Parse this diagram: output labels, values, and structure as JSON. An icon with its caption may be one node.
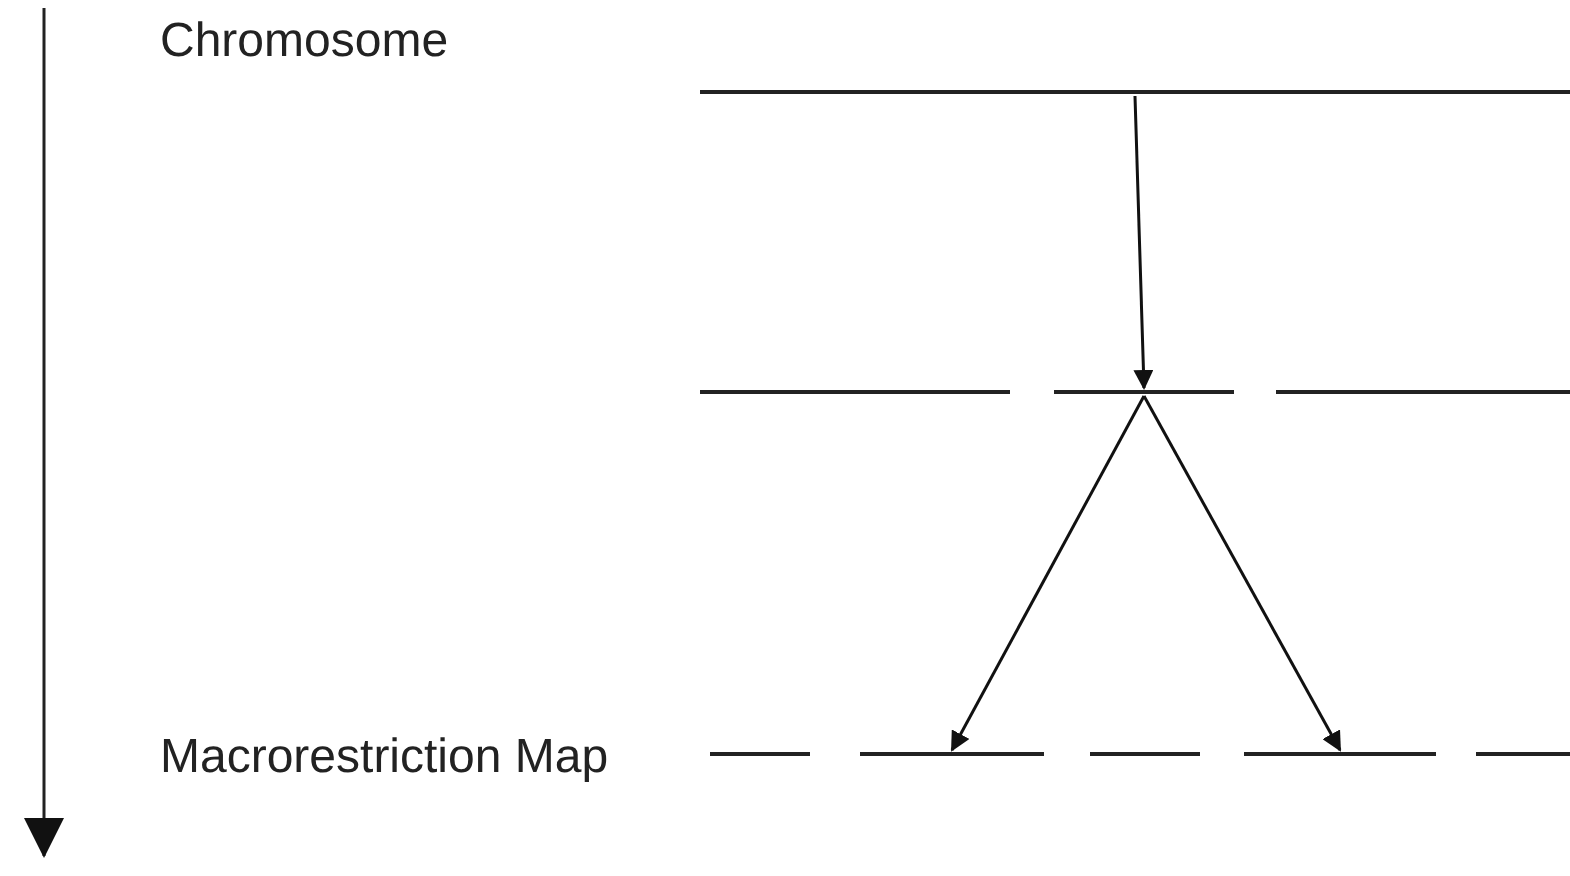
{
  "diagram": {
    "nodes": [
      {
        "text": [],
        "shape": "bar"
      },
      {
        "text": [],
        "shape": "bar"
      },
      {
        "text": [],
        "shape": "bar"
      },
      {
        "text": [],
        "shape": "bar"
      },
      {
        "text": [],
        "shape": "bar"
      },
      {
        "text": [],
        "shape": "bar"
      },
      {
        "text": [],
        "shape": "bar"
      },
      {
        "text": [],
        "shape": "bar"
      },
      {
        "text": [],
        "shape": "bar"
      }
    ],
    "edges": [
      {
        "from": 0,
        "to": 2,
        "arrow": "to"
      },
      {
        "from": 2,
        "to": 5,
        "arrow": "to"
      },
      {
        "from": 2,
        "to": 7,
        "arrow": "to"
      }
    ],
    "labels": [
      "Chromosome",
      "Macrorestriction Map"
    ]
  }
}
